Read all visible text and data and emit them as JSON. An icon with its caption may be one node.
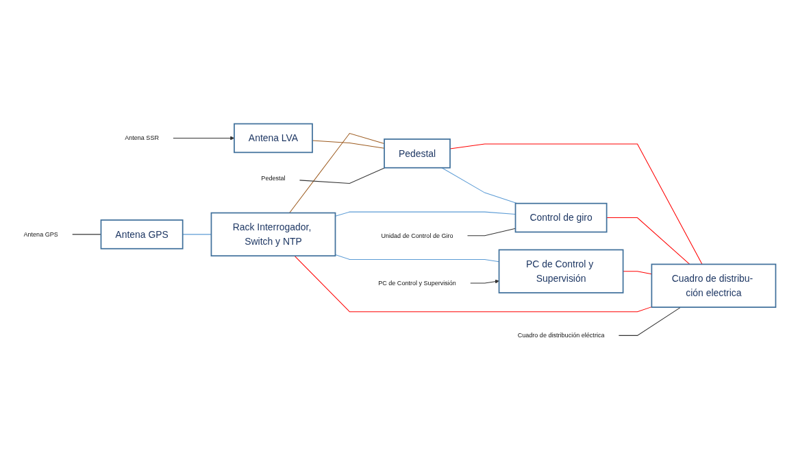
{
  "diagram": {
    "nodes": [
      {
        "text": [
          "Antena GPS"
        ]
      },
      {
        "text": [
          "Antena LVA"
        ]
      },
      {
        "text": [
          "Pedestal"
        ]
      },
      {
        "text": [
          "Rack Interrogador, Switch y NTP"
        ]
      },
      {
        "text": [
          "Control de giro"
        ]
      },
      {
        "text": [
          "Cuadro de distribu- ción electrica"
        ]
      },
      {
        "text": [
          "PC de Control y Supervisión"
        ]
      },
      {
        "text": [
          "Antena GPS"
        ]
      },
      {
        "text": [
          "Antena SSR"
        ]
      },
      {
        "text": [
          "Pedestal"
        ]
      },
      {
        "text": [
          "Unidad de Control de Giro"
        ]
      },
      {
        "text": [
          "PC de Control y Supervisión"
        ]
      },
      {
        "text": [
          "Cuadro de distribución eléctrica"
        ]
      }
    ],
    "edges": [
      {
        "from": 0,
        "to": 3,
        "arrow": "none",
        "color": "#5b9bd5"
      },
      {
        "from": 3,
        "to": 2,
        "arrow": "none",
        "color": "#9c5a1e"
      },
      {
        "from": 1,
        "to": 2,
        "arrow": "none",
        "color": "#9c5a1e"
      },
      {
        "from": 2,
        "to": 4,
        "arrow": "none",
        "color": "#5b9bd5"
      },
      {
        "from": 3,
        "to": 4,
        "arrow": "none",
        "color": "#5b9bd5"
      },
      {
        "from": 3,
        "to": 6,
        "arrow": "none",
        "color": "#5b9bd5"
      },
      {
        "from": 2,
        "to": 5,
        "arrow": "none",
        "color": "#ff0000"
      },
      {
        "from": 4,
        "to": 5,
        "arrow": "none",
        "color": "#ff0000"
      },
      {
        "from": 6,
        "to": 5,
        "arrow": "none",
        "color": "#ff0000"
      },
      {
        "from": 3,
        "to": 5,
        "arrow": "none",
        "color": "#ff0000"
      },
      {
        "from": 7,
        "to": 0,
        "arrow": "none"
      },
      {
        "from": 8,
        "to": 1,
        "arrow": "to"
      },
      {
        "from": 9,
        "to": 2,
        "arrow": "none"
      },
      {
        "from": 10,
        "to": 4,
        "arrow": "none"
      },
      {
        "from": 11,
        "to": 6,
        "arrow": "to"
      },
      {
        "from": 12,
        "to": 5,
        "arrow": "none"
      }
    ]
  }
}
